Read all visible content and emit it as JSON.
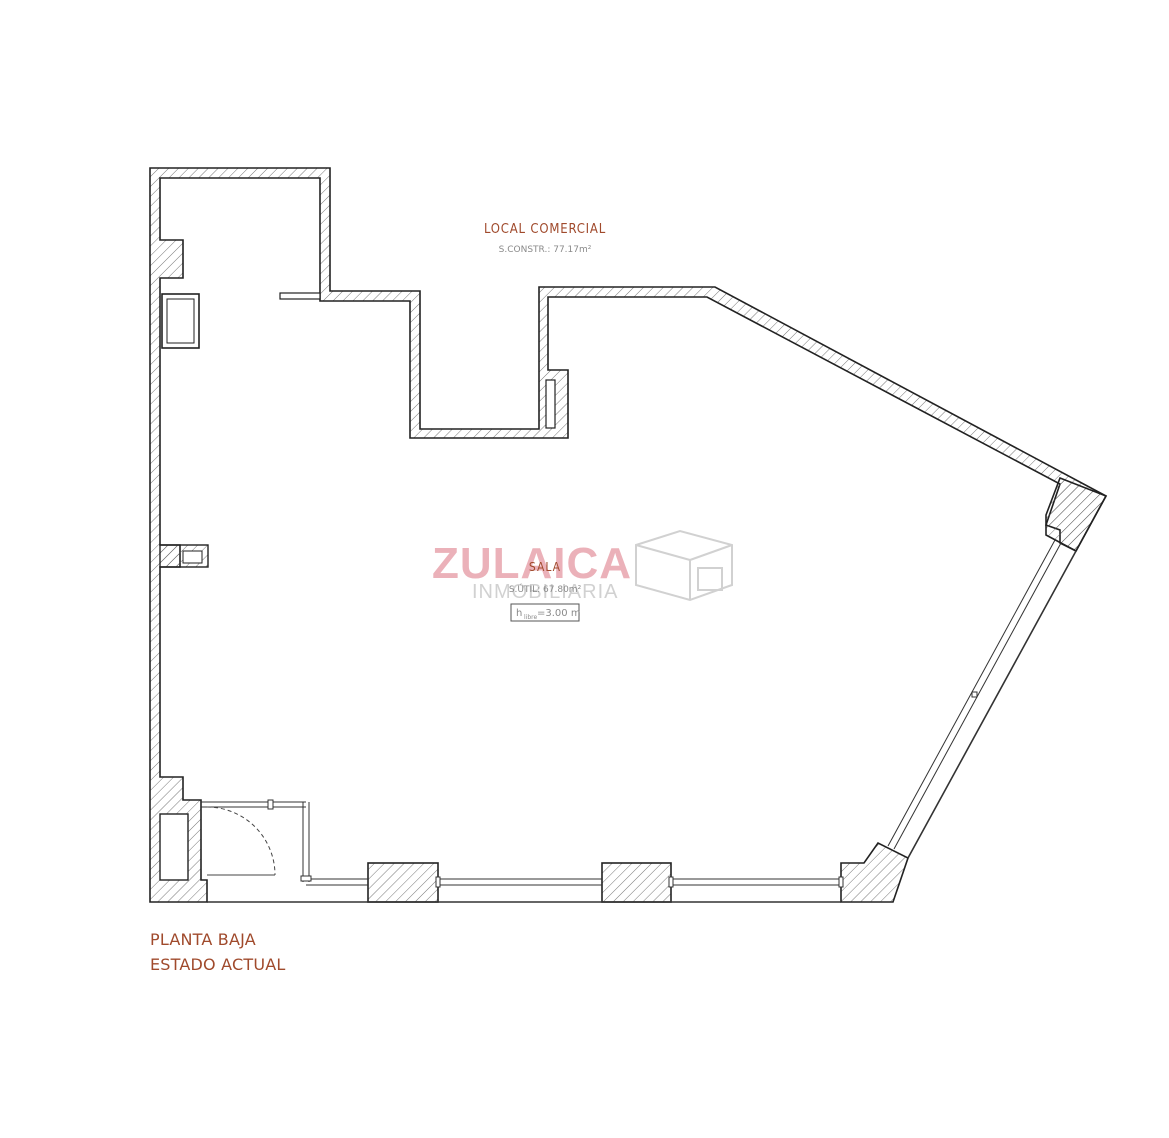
{
  "header": {
    "title": "LOCAL COMERCIAL",
    "area": "S.CONSTR.: 77.17m²"
  },
  "room": {
    "name": "SALA",
    "area": "S.ÚTIL: 67.80m²",
    "height_prefix": "h",
    "height_sub": "libre",
    "height_value": "=3.00 m"
  },
  "caption": {
    "line1": "PLANTA BAJA",
    "line2": "ESTADO ACTUAL"
  },
  "watermark": {
    "brand": "ZULAICA",
    "sub": "INMOBILIARIA"
  },
  "colors": {
    "label": "#a04a2c",
    "walls": "#222222",
    "watermark": "#e8a4ad"
  }
}
